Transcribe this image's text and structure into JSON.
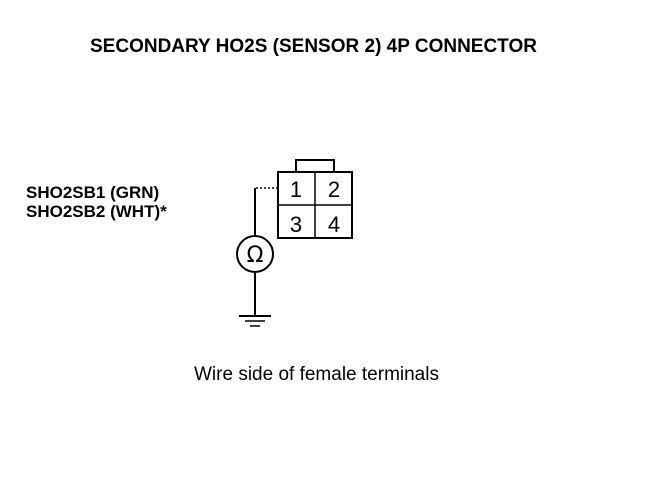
{
  "title": "SECONDARY HO2S (SENSOR 2) 4P CONNECTOR",
  "wires": {
    "line1": "SHO2SB1 (GRN)",
    "line2": "SHO2SB2 (WHT)*"
  },
  "connector": {
    "pins": [
      "1",
      "2",
      "3",
      "4"
    ]
  },
  "meter_symbol": "Ω",
  "caption": "Wire side of female terminals"
}
